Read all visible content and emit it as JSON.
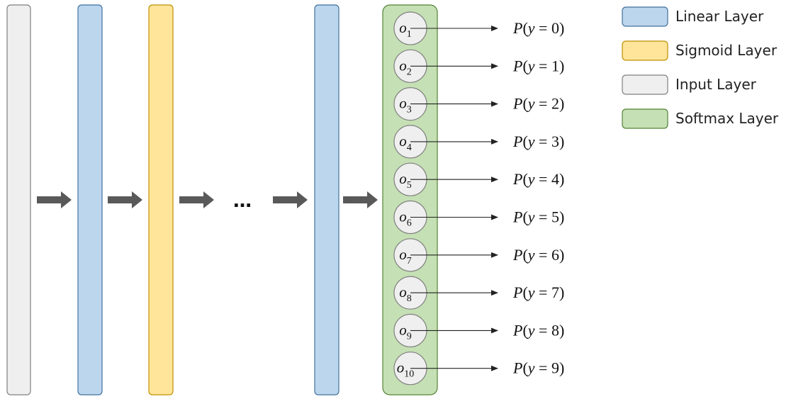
{
  "colors": {
    "input": "#efefef",
    "linear": "#bcd6ee",
    "sigmoid": "#ffe59a",
    "softmax": "#c5e0b4",
    "node_fill": "#efefef",
    "layer_border_input": "#7f7f7f",
    "layer_border_linear": "#41719c",
    "layer_border_sigmoid": "#bf9000",
    "layer_border_softmax": "#548235",
    "flow_arrow": "#595959"
  },
  "ellipsis": "…",
  "output_nodes": [
    {
      "base": "o",
      "sub": "1",
      "prob": {
        "p": "P",
        "open": "(",
        "var": "y",
        "eq": " = ",
        "val": "0",
        "close": ")"
      }
    },
    {
      "base": "o",
      "sub": "2",
      "prob": {
        "p": "P",
        "open": "(",
        "var": "y",
        "eq": " = ",
        "val": "1",
        "close": ")"
      }
    },
    {
      "base": "o",
      "sub": "3",
      "prob": {
        "p": "P",
        "open": "(",
        "var": "y",
        "eq": " = ",
        "val": "2",
        "close": ")"
      }
    },
    {
      "base": "o",
      "sub": "4",
      "prob": {
        "p": "P",
        "open": "(",
        "var": "y",
        "eq": " = ",
        "val": "3",
        "close": ")"
      }
    },
    {
      "base": "o",
      "sub": "5",
      "prob": {
        "p": "P",
        "open": "(",
        "var": "y",
        "eq": " = ",
        "val": "4",
        "close": ")"
      }
    },
    {
      "base": "o",
      "sub": "6",
      "prob": {
        "p": "P",
        "open": "(",
        "var": "y",
        "eq": " = ",
        "val": "5",
        "close": ")"
      }
    },
    {
      "base": "o",
      "sub": "7",
      "prob": {
        "p": "P",
        "open": "(",
        "var": "y",
        "eq": " = ",
        "val": "6",
        "close": ")"
      }
    },
    {
      "base": "o",
      "sub": "8",
      "prob": {
        "p": "P",
        "open": "(",
        "var": "y",
        "eq": " = ",
        "val": "7",
        "close": ")"
      }
    },
    {
      "base": "o",
      "sub": "9",
      "prob": {
        "p": "P",
        "open": "(",
        "var": "y",
        "eq": " = ",
        "val": "8",
        "close": ")"
      }
    },
    {
      "base": "o",
      "sub": "10",
      "prob": {
        "p": "P",
        "open": "(",
        "var": "y",
        "eq": " = ",
        "val": "9",
        "close": ")"
      }
    }
  ],
  "legend": [
    {
      "label": "Linear Layer",
      "color": "#bcd6ee",
      "border": "#41719c"
    },
    {
      "label": "Sigmoid Layer",
      "color": "#ffe59a",
      "border": "#bf9000"
    },
    {
      "label": "Input Layer",
      "color": "#efefef",
      "border": "#7f7f7f"
    },
    {
      "label": "Softmax Layer",
      "color": "#c5e0b4",
      "border": "#548235"
    }
  ]
}
